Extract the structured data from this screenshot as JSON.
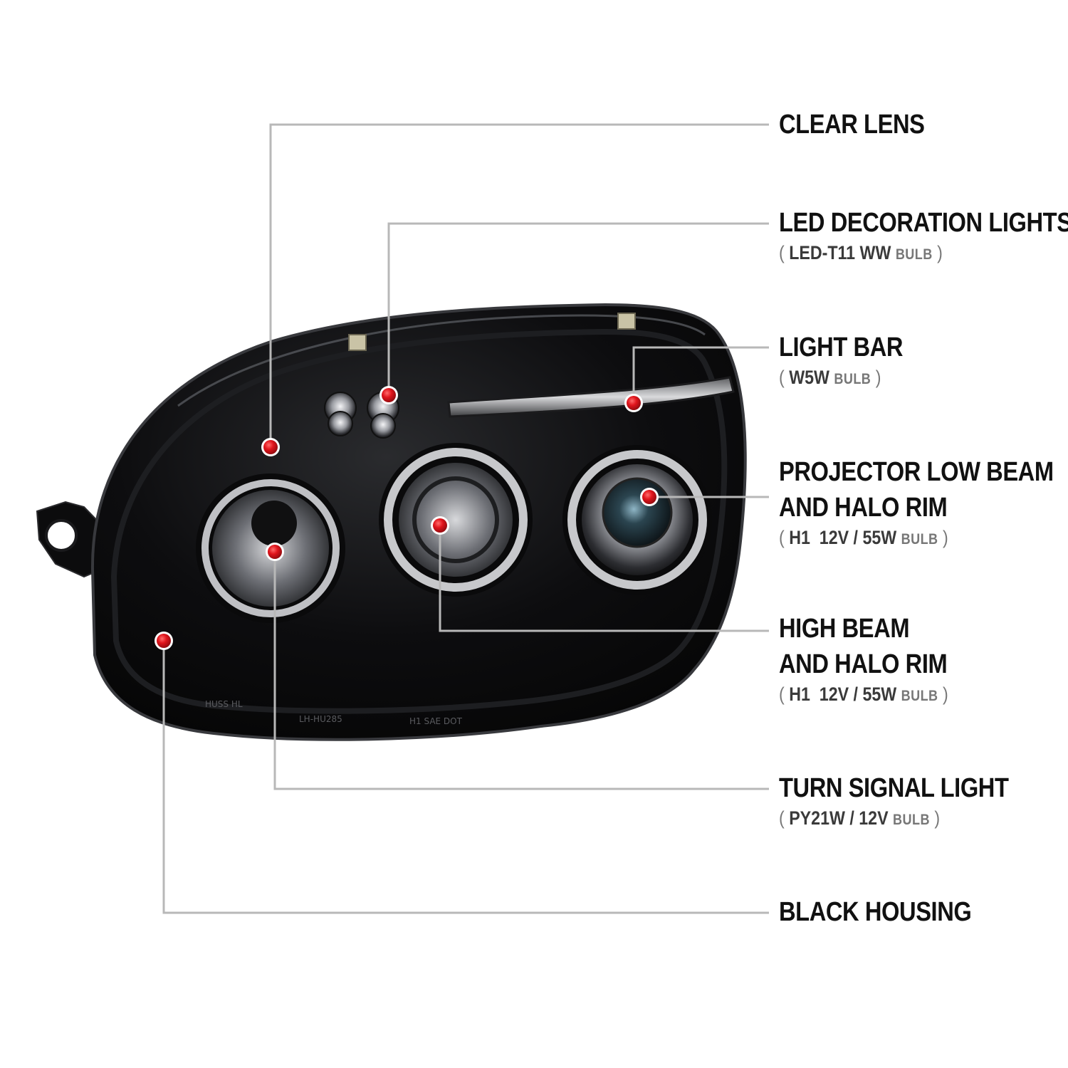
{
  "colors": {
    "background": "#ffffff",
    "leader_line": "#b8b8b8",
    "leader_accent": "#c8161d",
    "marker_dot": "#e0151c",
    "housing": "#0b0b0c",
    "title_text": "#111111"
  },
  "callouts": [
    {
      "id": "clear-lens",
      "title": [
        "CLEAR LENS"
      ],
      "spec": null
    },
    {
      "id": "led-decoration-lights",
      "title": [
        "LED DECORATION LIGHTS"
      ],
      "spec": {
        "open": "(",
        "part": "LED-T11 WW",
        "unit": "BULB",
        "close": ")"
      }
    },
    {
      "id": "light-bar",
      "title": [
        "LIGHT BAR"
      ],
      "spec": {
        "open": "(",
        "part": "W5W",
        "unit": "BULB",
        "close": ")"
      }
    },
    {
      "id": "projector-low-beam",
      "title": [
        "PROJECTOR LOW BEAM",
        "AND HALO RIM"
      ],
      "spec": {
        "open": "(",
        "part": "H1  12V / 55W",
        "unit": "BULB",
        "close": ")"
      }
    },
    {
      "id": "high-beam",
      "title": [
        "HIGH BEAM",
        "AND HALO RIM"
      ],
      "spec": {
        "open": "(",
        "part": "H1  12V / 55W",
        "unit": "BULB",
        "close": ")"
      }
    },
    {
      "id": "turn-signal-light",
      "title": [
        "TURN SIGNAL LIGHT"
      ],
      "spec": {
        "open": "(",
        "part": "PY21W / 12V",
        "unit": "BULB",
        "close": ")"
      }
    },
    {
      "id": "black-housing",
      "title": [
        "BLACK HOUSING"
      ],
      "spec": null
    }
  ],
  "lens_markings": [
    "H1 SAE DOT",
    "LH-HU285",
    "HUSS HL"
  ]
}
